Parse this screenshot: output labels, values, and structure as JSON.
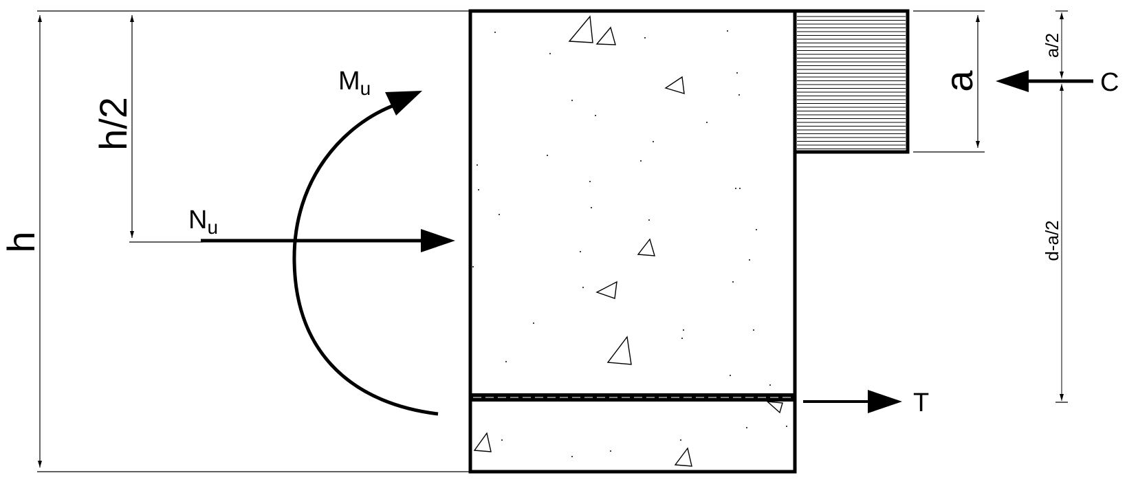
{
  "labels": {
    "h": "h",
    "h_half": "h/2",
    "a": "a",
    "a_half": "a/2",
    "d_minus_a_half": "d-a/2",
    "nu_main": "N",
    "nu_sub": "u",
    "mu_main": "M",
    "mu_sub": "u",
    "compression": "C",
    "tension": "T"
  },
  "colors": {
    "stroke": "#000000",
    "background": "#ffffff"
  },
  "icons": {
    "aggregate": "triangle-outline",
    "hatch": "horizontal-lines"
  }
}
